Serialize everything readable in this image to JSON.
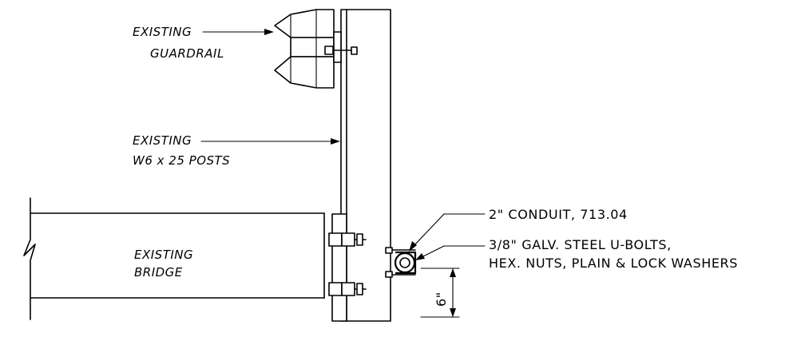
{
  "labels": {
    "guardrail": {
      "line1": "EXISTING",
      "line2": "GUARDRAIL"
    },
    "posts": {
      "line1": "EXISTING",
      "line2": "W6 x 25 POSTS"
    },
    "bridge": {
      "line1": "EXISTING",
      "line2": "BRIDGE"
    },
    "conduit": "2\" CONDUIT, 713.04",
    "ubolts": {
      "line1": "3/8\" GALV. STEEL U-BOLTS,",
      "line2": "HEX. NUTS, PLAIN & LOCK WASHERS"
    },
    "dimension": "6\""
  }
}
